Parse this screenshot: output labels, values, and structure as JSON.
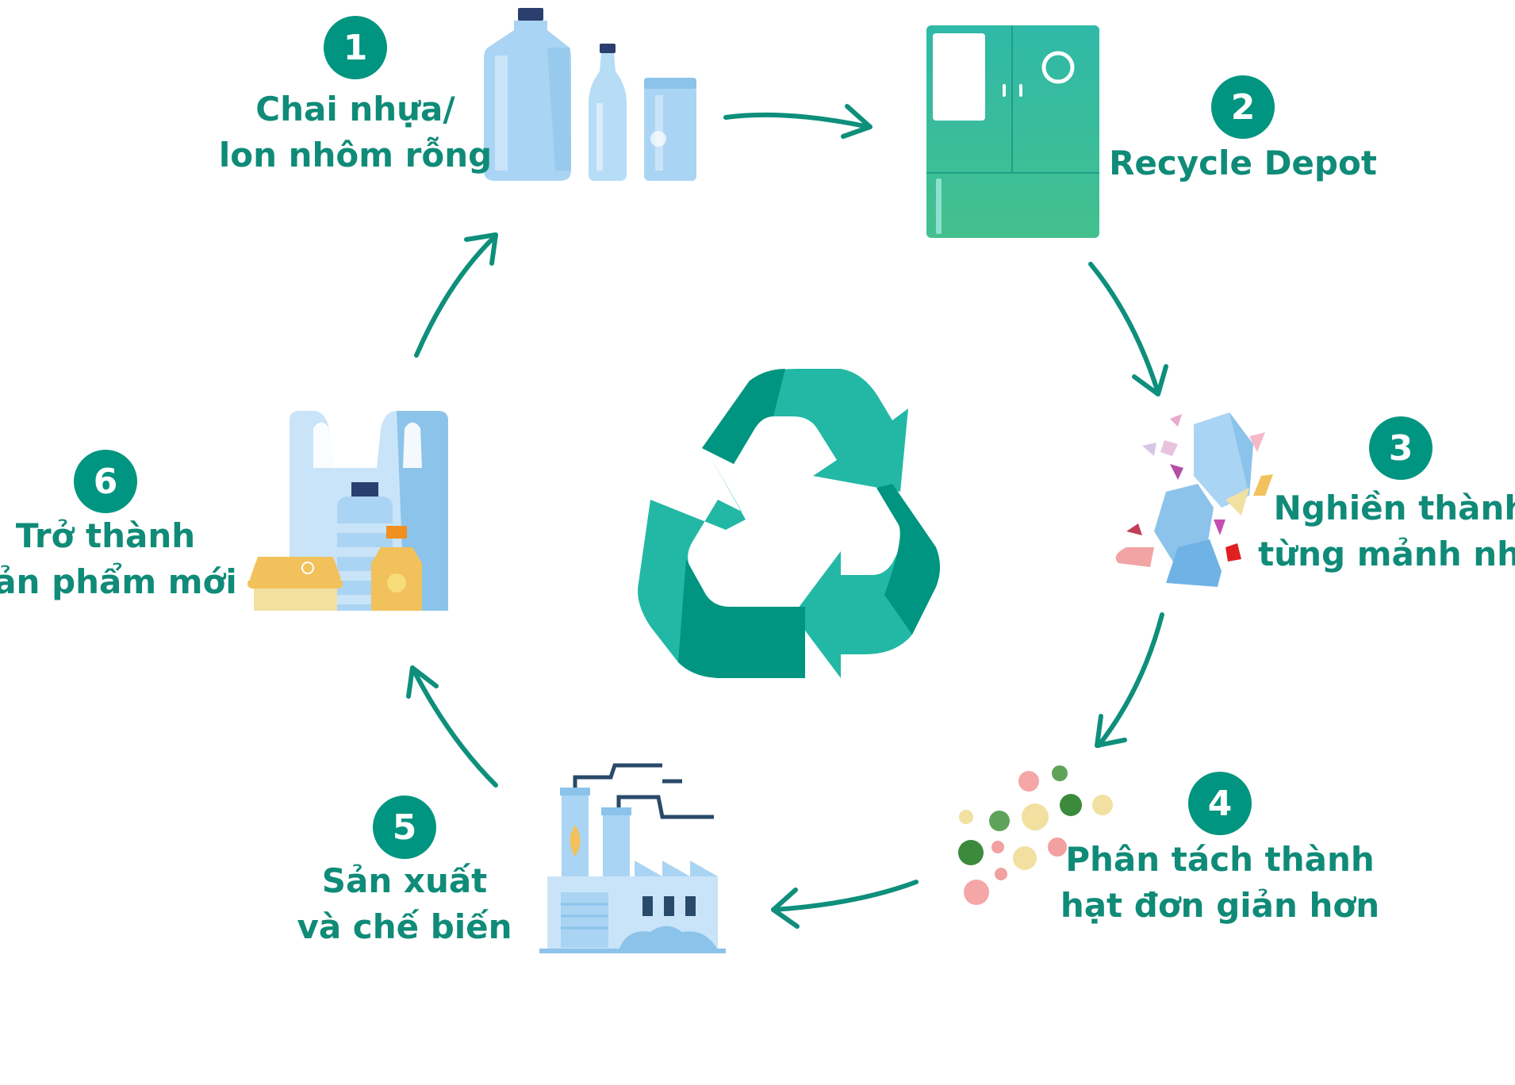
{
  "colors": {
    "teal_dark": "#009580",
    "teal_light": "#22b8a5",
    "arrow": "#0e8f7c",
    "label": "#0f8b78",
    "badge_text": "#ffffff"
  },
  "steps": [
    {
      "number": "1",
      "lines": [
        "Chai nhựa/",
        "lon nhôm rỗng"
      ],
      "icon": "bottles-and-can-icon"
    },
    {
      "number": "2",
      "lines": [
        "Recycle Depot"
      ],
      "icon": "recycle-depot-machine-icon"
    },
    {
      "number": "3",
      "lines": [
        "Nghiền thành",
        "từng mảnh nhỏ"
      ],
      "icon": "plastic-shreds-icon"
    },
    {
      "number": "4",
      "lines": [
        "Phân tách thành",
        "hạt đơn giản hơn"
      ],
      "icon": "particles-icon"
    },
    {
      "number": "5",
      "lines": [
        "Sản xuất",
        "và chế biến"
      ],
      "icon": "factory-icon"
    },
    {
      "number": "6",
      "lines": [
        "Trở thành",
        "sản phẩm mới"
      ],
      "icon": "new-products-icon"
    }
  ],
  "center_icon": "recycle-symbol-icon"
}
